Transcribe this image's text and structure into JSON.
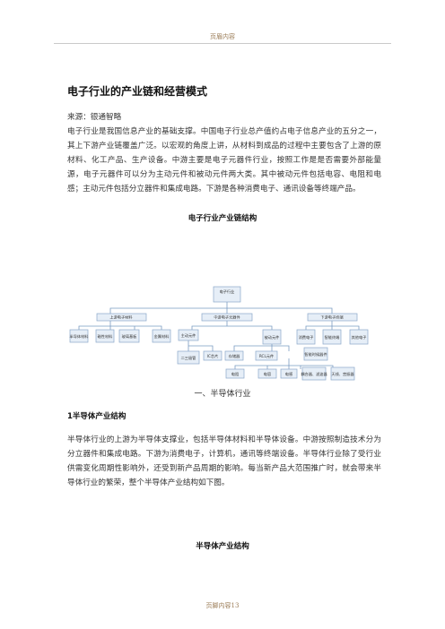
{
  "header": {
    "text": "页眉内容"
  },
  "footer": {
    "text": "页脚内容13"
  },
  "title": "电子行业的产业链和经营模式",
  "source": "来源：银通智略",
  "para1": "电子行业是我国信息产业的基础支撑。中国电子行业总产值约占电子信息产业的五分之一，其上下游产业链覆盖广泛。以宏观的角度上讲，从材料到成品的过程中主要包含了上游的原材料、化工产品、生产设备。中游主要是电子元器件行业，按照工作是是否需要外部能量源，电子元器件可以分为主动元件和被动元件两大类。其中被动元件包括电容、电阻和电感；主动元件包括分立器件和集成电路。下游是各种消费电子、通讯设备等终端产品。",
  "caption1": "电子行业产业链结构",
  "section1": "一、半导体行业",
  "sub1": "1半导体产业结构",
  "para2": "半导体行业的上游为半导体支撑业，包括半导体材料和半导体设备。中游按照制造技术分为分立器件和集成电路。下游为消费电子，计算机，通讯等终端设备。半导体行业除了受行业供需变化周期性影响外，还受到新产品周期的影响。每当新产品大范围推广时，就会带来半导体行业的繁荣，整个半导体产业结构如下图。",
  "caption2": "半导体产业结构",
  "diagram": {
    "root": "电子行业",
    "level1": [
      "上游电子材料",
      "中游电子元器件",
      "下游电子终端"
    ],
    "upstream": [
      "半导体材料",
      "磁性材料",
      "玻璃基板",
      "金属材料"
    ],
    "midstream": [
      "主动元件",
      "被动元件"
    ],
    "downstream": [
      "消费电子",
      "智能终端",
      "其他电子"
    ],
    "active": [
      "二三极管",
      "IC芯片"
    ],
    "passive": [
      "存储器",
      "RCL元件",
      "智能时候器件"
    ],
    "rcl": [
      "电阻",
      "电容",
      "电感",
      "耦合器、滤波器",
      "天线、宫振器"
    ]
  }
}
